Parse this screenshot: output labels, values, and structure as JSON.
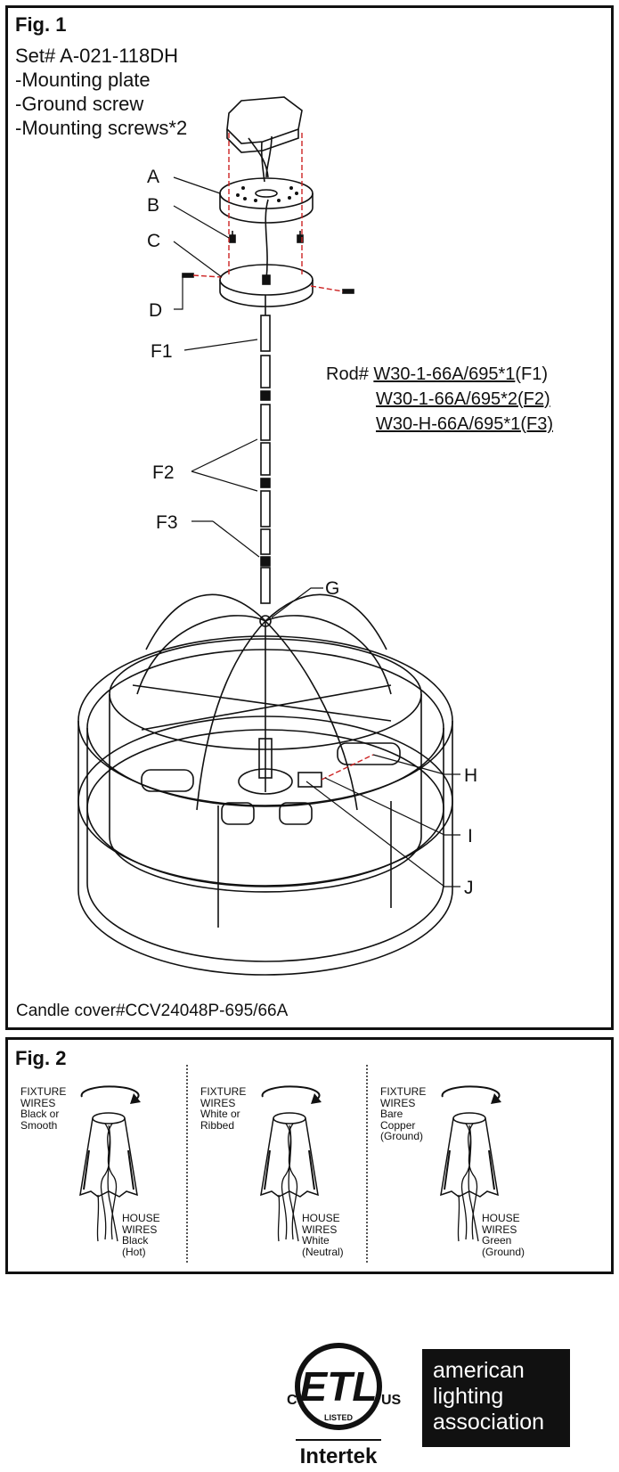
{
  "fig1": {
    "title": "Fig. 1",
    "set_number": "Set# A-021-118DH",
    "parts": [
      "-Mounting plate",
      "-Ground screw",
      "-Mounting screws*2"
    ],
    "callouts": [
      "A",
      "B",
      "C",
      "D",
      "F1",
      "F2",
      "F3",
      "G",
      "H",
      "I",
      "J"
    ],
    "rod_prefix": "Rod#",
    "rods": [
      {
        "code": "W30-1-66A/695*1",
        "suffix": "(F1)"
      },
      {
        "code": "W30-1-66A/695*2",
        "suffix": "(F2)"
      },
      {
        "code": "W30-H-66A/695*1",
        "suffix": "(F3)"
      }
    ],
    "candle_cover": "Candle cover#CCV24048P-695/66A"
  },
  "fig2": {
    "title": "Fig. 2",
    "columns": [
      {
        "fixture": [
          "FIXTURE",
          "WIRES",
          "Black or",
          "Smooth"
        ],
        "house": [
          "HOUSE",
          "WIRES",
          "Black",
          "(Hot)"
        ]
      },
      {
        "fixture": [
          "FIXTURE",
          "WIRES",
          "White or",
          "Ribbed"
        ],
        "house": [
          "HOUSE",
          "WIRES",
          "White",
          "(Neutral)"
        ]
      },
      {
        "fixture": [
          "FIXTURE",
          "WIRES",
          "Bare",
          "Copper",
          "(Ground)"
        ],
        "house": [
          "HOUSE",
          "WIRES",
          "Green",
          "(Ground)"
        ]
      }
    ]
  },
  "logos": {
    "etl_left": "C",
    "etl_right": "US",
    "etl_listed": "LISTED",
    "intertek": "Intertek",
    "ala": [
      "american",
      "lighting",
      "association"
    ]
  },
  "colors": {
    "line": "#111111",
    "red_guide": "#cc2222",
    "ala_bg": "#111111",
    "ala_text": "#ffffff"
  }
}
